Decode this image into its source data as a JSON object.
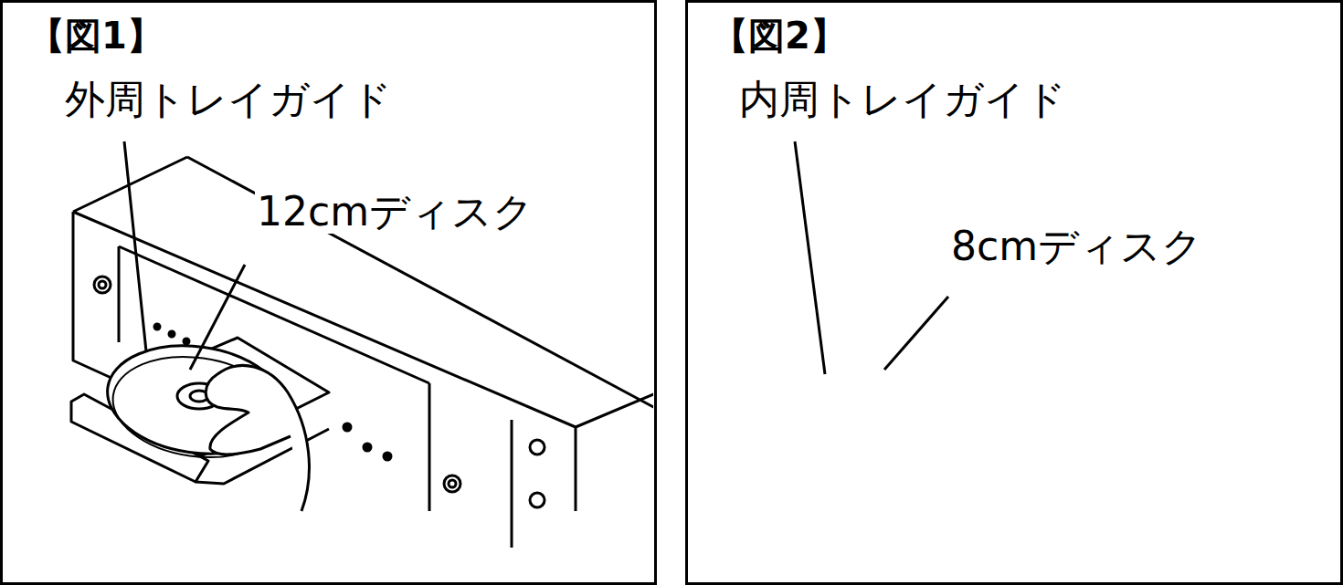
{
  "diagram": {
    "nodes": [
      {
        "text": [
          "【図1】",
          "外周トレイガイド",
          "12cmディスク"
        ]
      },
      {
        "text": [
          "【図2】",
          "内周トレイガイド",
          "8cmディスク"
        ]
      }
    ]
  }
}
